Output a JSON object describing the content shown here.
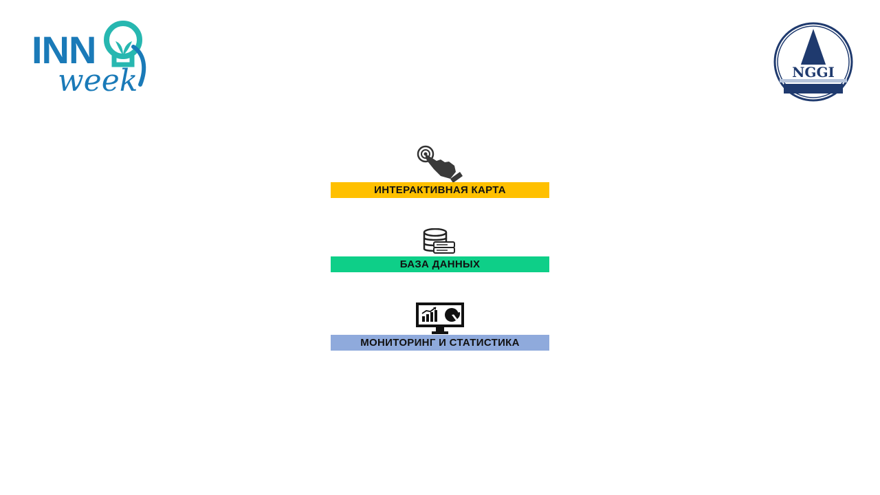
{
  "logos": {
    "left": {
      "name": "INNO week",
      "line1": "INN",
      "line2": "week",
      "color_primary": "#1a7ab8",
      "color_accent": "#27b7b0"
    },
    "right": {
      "name": "NGGI",
      "text": "NGGI",
      "color_primary": "#1f3a6e",
      "color_accent": "#b7c5dc"
    }
  },
  "menu": {
    "items": [
      {
        "id": "interactive-map",
        "label": "ИНТЕРАКТИВНАЯ КАРТА",
        "icon": "touch-hand-icon",
        "color": "#ffc000"
      },
      {
        "id": "database",
        "label": "БАЗА ДАННЫХ",
        "icon": "database-server-icon",
        "color": "#0ecf88"
      },
      {
        "id": "monitoring",
        "label": "МОНИТОРИНГ И СТАТИСТИКА",
        "icon": "monitor-chart-icon",
        "color": "#8faadc"
      }
    ]
  }
}
